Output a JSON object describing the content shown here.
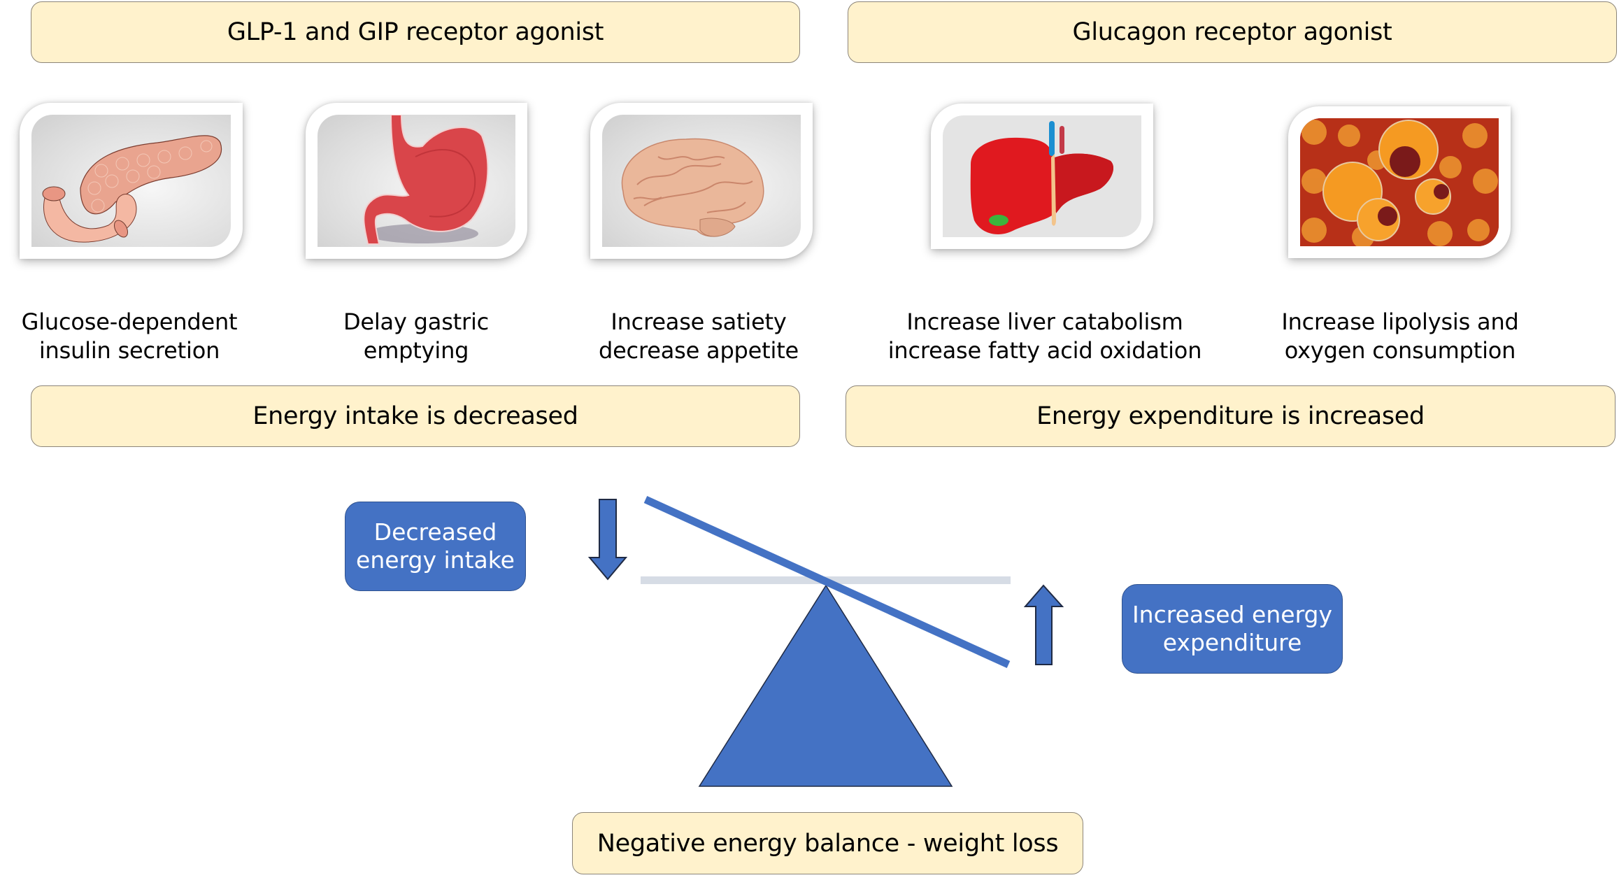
{
  "headers": {
    "left": "GLP-1 and GIP receptor agonist",
    "right": "Glucagon receptor agonist"
  },
  "panels": [
    {
      "organ": "pancreas",
      "caption": [
        "Glucose-dependent",
        "insulin secretion"
      ]
    },
    {
      "organ": "stomach",
      "caption": [
        "Delay gastric",
        "emptying"
      ]
    },
    {
      "organ": "brain",
      "caption": [
        "Increase satiety",
        "decrease appetite"
      ]
    },
    {
      "organ": "liver",
      "caption": [
        "Increase liver catabolism",
        "increase fatty acid oxidation"
      ]
    },
    {
      "organ": "adipocytes",
      "caption": [
        "Increase lipolysis and",
        "oxygen consumption"
      ]
    }
  ],
  "outcomes": {
    "left": "Energy intake is decreased",
    "right": "Energy expenditure is increased"
  },
  "balance": {
    "left_label": [
      "Decreased",
      "energy intake"
    ],
    "right_label": [
      "Increased energy",
      "expenditure"
    ],
    "left_arrow": "down-arrow",
    "right_arrow": "up-arrow"
  },
  "conclusion": "Negative energy balance - weight loss",
  "colors": {
    "cream": "#fff2cc",
    "blue": "#4472c4",
    "blue_border": "#2f528f",
    "level_line": "#d6dce5"
  }
}
